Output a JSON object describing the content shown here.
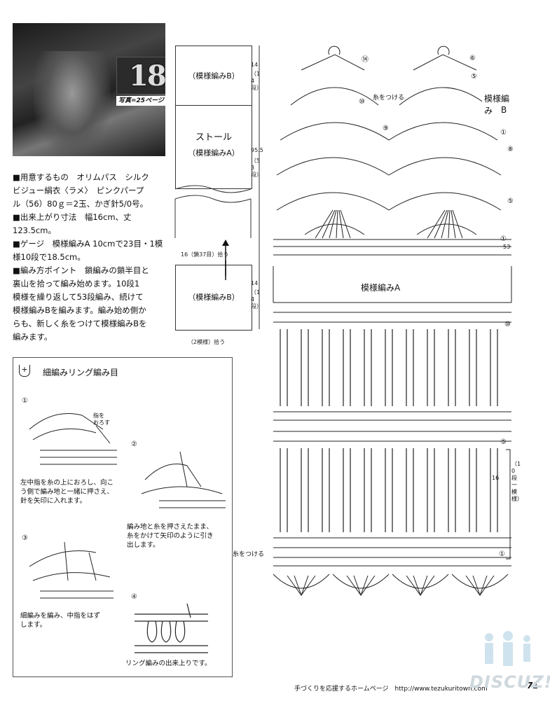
{
  "header": {
    "pattern_number": "18",
    "photo_caption": "写真=25ページ"
  },
  "materials": {
    "items": [
      "■用意するもの　オリムパス　シルク",
      "ビジュー絹衣〈ラメ〉　ピンクパープ",
      "ル（56）80ｇ＝2玉、かぎ針5/0号。",
      "■出来上がり寸法　幅16cm、丈123.5cm。",
      "■ゲージ　模様編みA 10cmで23目・1模",
      "様10段で18.5cm。",
      "■編み方ポイント　鎖編みの鎖半目と",
      "裏山を拾って編み始めます。10段1",
      "模様を繰り返して53段編み、続けて",
      "模様編みBを編みます。編み始め側か",
      "らも、新しく糸をつけて模様編みBを",
      "編みます。"
    ]
  },
  "stole_diagram": {
    "section_top": "（模様編みB）",
    "section_middle_title": "ストール",
    "section_middle_sub": "（模様編みA）",
    "section_bottom": "（模様編みB）",
    "start_label": "16（鎖37目）拾う",
    "width_label": "（2模様）拾う",
    "dim_top_a": "14",
    "dim_top_b": "（14段）",
    "dim_middle_a": "95.5",
    "dim_middle_b": "（53段）",
    "dim_bottom_a": "14",
    "dim_bottom_b": "（14段）"
  },
  "chart": {
    "label_b_line1": "模様編み",
    "label_b_line2": "B",
    "label_a": "模様編みA",
    "join_yarn_top": "糸をつける",
    "join_yarn_bottom": "糸をつける",
    "repeat_label": "（10段一模様）",
    "repeat_width": "16",
    "rows_top_left": [
      "⑭"
    ],
    "rows_top_right": [
      "⑥",
      "⑤",
      "⑩",
      "⑨",
      "①",
      "⑧",
      "⑤",
      "①",
      "53"
    ],
    "rows_body_right": [
      "⑩",
      "⑤",
      "①"
    ]
  },
  "technique": {
    "title": "細編みリング編み目",
    "steps": [
      {
        "num": "①",
        "text": [
          "左中指を糸の上におろし、向こ",
          "う側で編み地と一緒に押さえ、",
          "針を矢印に入れます。"
        ],
        "note_1": "指を",
        "note_2": "おろす"
      },
      {
        "num": "②",
        "text": [
          "編み地と糸を押さえたまま、",
          "糸をかけて矢印のように引き",
          "出します。"
        ]
      },
      {
        "num": "③",
        "text": [
          "細編みを編み、中指をはず",
          "します。"
        ]
      },
      {
        "num": "④",
        "text": [
          "リング編みの出来上りです。"
        ]
      }
    ]
  },
  "footer": {
    "text": "手づくりを応援するホームページ　http://www.tezukuritown.com",
    "page": "71",
    "watermark": "DISCUZ!"
  }
}
